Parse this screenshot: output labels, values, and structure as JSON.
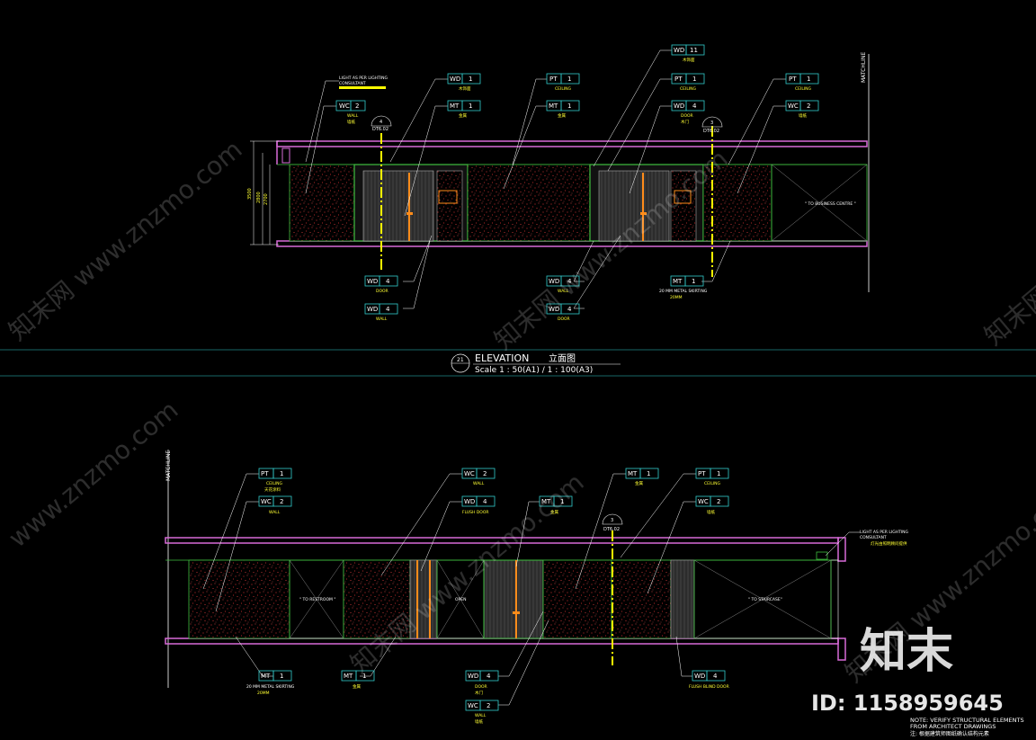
{
  "title": {
    "num": "21",
    "main": "ELEVATION",
    "cn": "立面图",
    "scale": "Scale 1 : 50(A1) / 1 : 100(A3)"
  },
  "top": {
    "matchline": "MATCHLINE",
    "dims": {
      "total": "3500",
      "a": "2800",
      "b": "2700"
    },
    "section_markers": [
      {
        "num": "4",
        "ref": "DT6.02"
      },
      {
        "num": "3",
        "ref": "DT6.02"
      }
    ],
    "callouts": {
      "light_note_1": "LIGHT AS PER LIGHTING",
      "light_note_2": "CONSULTANT",
      "wc2": {
        "code": "WC",
        "num": "2",
        "label": "WALL",
        "cn": "墙纸"
      },
      "wd1_a": {
        "code": "WD",
        "num": "1",
        "label": "木饰面"
      },
      "mt1_a": {
        "code": "MT",
        "num": "1",
        "label": "金属"
      },
      "pt1_a": {
        "code": "PT",
        "num": "1",
        "label": "CEILING"
      },
      "mt1_b": {
        "code": "MT",
        "num": "1",
        "label": "金属"
      },
      "wd11": {
        "code": "WD",
        "num": "11",
        "label": "木饰面"
      },
      "pt1_b": {
        "code": "PT",
        "num": "1",
        "label": "CEILING"
      },
      "wd4_door": {
        "code": "WD",
        "num": "4",
        "label": "DOOR",
        "cn": "木门"
      },
      "pt1_c": {
        "code": "PT",
        "num": "1",
        "label": "CEILING"
      },
      "wc2_b": {
        "code": "WC",
        "num": "2",
        "label": "墙纸"
      },
      "wd4_bl1": {
        "code": "WD",
        "num": "4",
        "label": "DOOR"
      },
      "wd4_bl2": {
        "code": "WD",
        "num": "4",
        "label": "WALL"
      },
      "wd4_bm1": {
        "code": "WD",
        "num": "4",
        "label": "WALL"
      },
      "wd4_bm2": {
        "code": "WD",
        "num": "4",
        "label": "DOOR"
      },
      "mt1_br": {
        "code": "MT",
        "num": "1",
        "label": "20 MM METAL SKIRTING",
        "cn": "20MM"
      }
    },
    "to_business": "\" TO BUSINESS\nCENTRE \""
  },
  "bottom": {
    "matchline": "MATCHLINE",
    "section_marker": {
      "num": "3",
      "ref": "DT6.02"
    },
    "callouts": {
      "pt1": {
        "code": "PT",
        "num": "1",
        "label": "CEILING",
        "cn": "天花涂料"
      },
      "wc2": {
        "code": "WC",
        "num": "2",
        "label": "WALL"
      },
      "wc2_b": {
        "code": "WC",
        "num": "2",
        "label": "WALL"
      },
      "wd4_flush": {
        "code": "WD",
        "num": "4",
        "label": "FLUSH DOOR"
      },
      "mt1_a": {
        "code": "MT",
        "num": "1",
        "label": "金属"
      },
      "mt1_b": {
        "code": "MT",
        "num": "1",
        "label": "金属"
      },
      "pt1_b": {
        "code": "PT",
        "num": "1",
        "label": "CEILING"
      },
      "wc2_c": {
        "code": "WC",
        "num": "2",
        "label": "墙纸"
      },
      "light_note_1": "LIGHT AS PER LIGHTING",
      "light_note_2": "CONSULTANT",
      "light_cn": "灯光由照明顾问提供",
      "mt1_bl": {
        "code": "MT",
        "num": "1",
        "label": "20 MM METAL SKIRTING",
        "cn": "20MM"
      },
      "mt1_bm": {
        "code": "MT",
        "num": "1",
        "label": "金属"
      },
      "wd4_bm": {
        "code": "WD",
        "num": "4",
        "label": "DOOR",
        "cn": "木门"
      },
      "wc2_bm": {
        "code": "WC",
        "num": "2",
        "label": "WALL",
        "cn": "墙纸"
      },
      "wd4_br": {
        "code": "WD",
        "num": "4",
        "label": "FLUSH BLIND DOOR"
      }
    },
    "to_restroom": "\" TO RESTROOM \"",
    "open": "OPEN",
    "to_staircase": "\" TO STAIRCASE\""
  },
  "notes": {
    "line1": "NOTE: VERIFY STRUCTURAL ELEMENTS",
    "line2": "FROM ARCHITECT DRAWINGS",
    "line3": "注: 根据建筑师图纸确认结构元素"
  },
  "watermark": {
    "brand": "知末",
    "id": "ID: 1158959645",
    "diag": "知末网 www.znzmo.com",
    "diag2": "www.znzmo.com"
  },
  "colors": {
    "magenta": "#d86bd8",
    "green": "#3fbf3f",
    "yellow": "#ffff00",
    "cyan": "#33cccc",
    "orange": "#ff8c1a",
    "white": "#ffffff"
  }
}
